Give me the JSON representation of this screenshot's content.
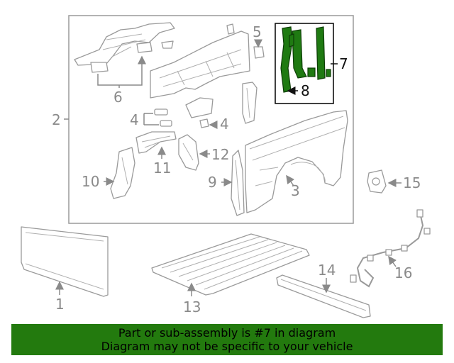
{
  "diagram": {
    "highlight_color": "#237a0e",
    "callouts": {
      "c1": "1",
      "c2": "2",
      "c3": "3",
      "c4a": "4",
      "c4b": "4",
      "c5": "5",
      "c6": "6",
      "c7": "7",
      "c8": "8",
      "c9": "9",
      "c10": "10",
      "c11": "11",
      "c12": "12",
      "c13": "13",
      "c14": "14",
      "c15": "15",
      "c16": "16"
    }
  },
  "banner": {
    "line1": "Part or sub-assembly is #7 in diagram",
    "line2": "Diagram may not be specific to your vehicle"
  }
}
